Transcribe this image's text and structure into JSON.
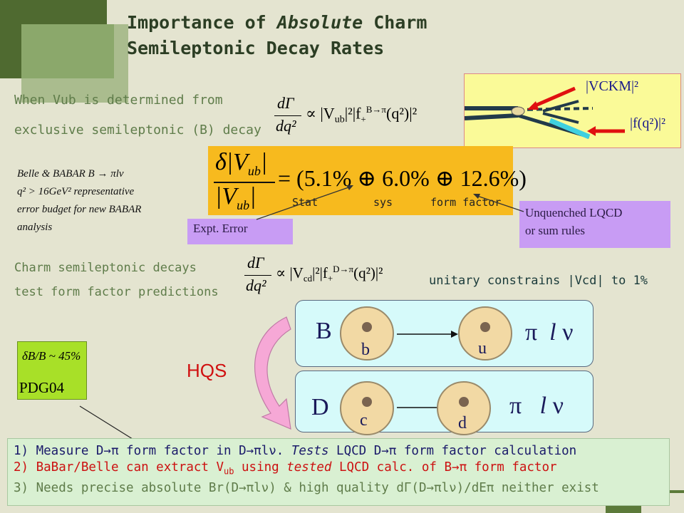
{
  "title": {
    "line1_a": "Importance of ",
    "line1_em": "Absolute",
    "line1_b": " Charm",
    "line2": "Semileptonic Decay Rates"
  },
  "vub_intro": {
    "line1": "When Vub is determined from",
    "line2": "exclusive semileptonic (B) decay"
  },
  "formula1": {
    "left": "dΓ/dq²",
    "rel": "∝ |Vub|² |f+B→π (q²)|²"
  },
  "ckm_inset": {
    "vckm": "|VCKM|²",
    "fq": "|f(q²)|²"
  },
  "note_box": {
    "l1": "Belle & BABAR  B → πlν",
    "l2": "q² > 16GeV²  representative",
    "l3": "error budget for new BABAR",
    "l4": "analysis"
  },
  "error_formula": {
    "lhs": "δ|Vub| / |Vub|",
    "rhs": "= (5.1% ⊕ 6.0% ⊕ 12.6%)",
    "stat": "Stat",
    "sys": "sys",
    "ff": "form factor"
  },
  "labels": {
    "expt": "Expt. Error",
    "lqcd_1": "Unquenched LQCD",
    "lqcd_2": "or sum rules"
  },
  "charm": {
    "line1": "Charm semileptonic decays",
    "line2": "test form factor predictions",
    "formula": "dΓ/dq² ∝ |Vcd|² |f+D→π (q²)|²",
    "unitary": "unitary constrains |Vcd| to 1%"
  },
  "pdg": {
    "formula": "δB/B ~ 45%",
    "src": "PDG04"
  },
  "hqs": "HQS",
  "diagram_b": {
    "meson": "B",
    "quark1": "b",
    "quark2": "u",
    "prod_pi": "π",
    "prod_l": "l",
    "prod_nu": "ν"
  },
  "diagram_d": {
    "meson": "D",
    "quark1": "c",
    "quark2": "d",
    "prod_pi": "π",
    "prod_l": "l",
    "prod_nu": "ν"
  },
  "bottom": {
    "l1_a": "1) Measure D→π form factor in D→πlν. ",
    "l1_em": "Tests",
    "l1_b": " LQCD D→π form factor calculation",
    "l2_a": "2) BaBar/Belle can extract V",
    "l2_sub": "ub",
    "l2_b": " using ",
    "l2_em": "tested",
    "l2_c": " LQCD calc. of B→π form factor",
    "l3": "3) Needs precise absolute Br(D→πlν) & high quality dΓ(D→πlν)/dEπ   neither exist"
  },
  "colors": {
    "bg": "#e4e4d0",
    "green_text": "#5f7c4a",
    "yellow": "#f7ba1e",
    "lilac": "#c89cf4",
    "cyan": "#d6fafa",
    "pink": "#f6a8d6",
    "hqs": "#d01010",
    "red": "#cc1111"
  }
}
